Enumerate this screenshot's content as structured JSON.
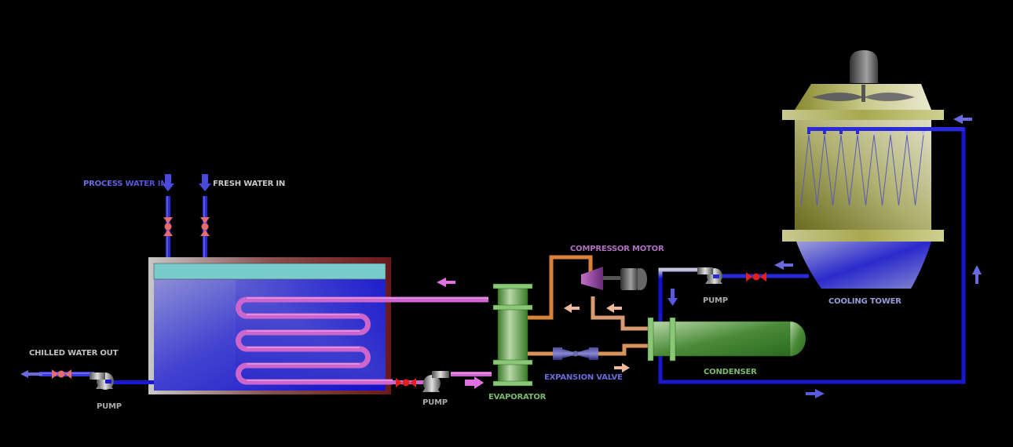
{
  "title": "Chilled Water Process Cooling System",
  "labels": {
    "process_water_in": "PROCESS WATER IN",
    "fresh_water_in": "FRESH WATER IN",
    "chilled_water_out": "CHILLED WATER OUT",
    "pump_left": "PUMP",
    "pump_middle": "PUMP",
    "pump_right": "PUMP",
    "evaporator": "EVAPORATOR",
    "compressor": "COMPRESSOR",
    "motor": "MOTOR",
    "expansion_valve": "EXPANSION VALVE",
    "condenser": "CONDENSER",
    "cooling_tower": "COOLING TOWER"
  },
  "colors": {
    "background": "#000000",
    "water_pipe": "#2222cc",
    "chilled_coil": "#cc66cc",
    "refrigerant_pipe": "#d98a5a",
    "valve": "#e86a6a",
    "valve_red": "#e02020",
    "evaporator": "#5a9a4a",
    "condenser": "#6aa050",
    "compressor": "#9a4aa0",
    "cooling_tower": "#a8a860",
    "tank_water": "#3a3ad0",
    "tank_top": "#70cccc",
    "tank_frame": "#7a2a2a",
    "label_blue": "#5a5ae0",
    "label_grey": "#c8c8c8",
    "label_green": "#7ab86a",
    "label_purple": "#b070c0"
  },
  "components": [
    "storage-tank",
    "coil",
    "evaporator",
    "compressor",
    "motor",
    "expansion-valve",
    "condenser",
    "cooling-tower",
    "pump",
    "pump",
    "pump"
  ]
}
